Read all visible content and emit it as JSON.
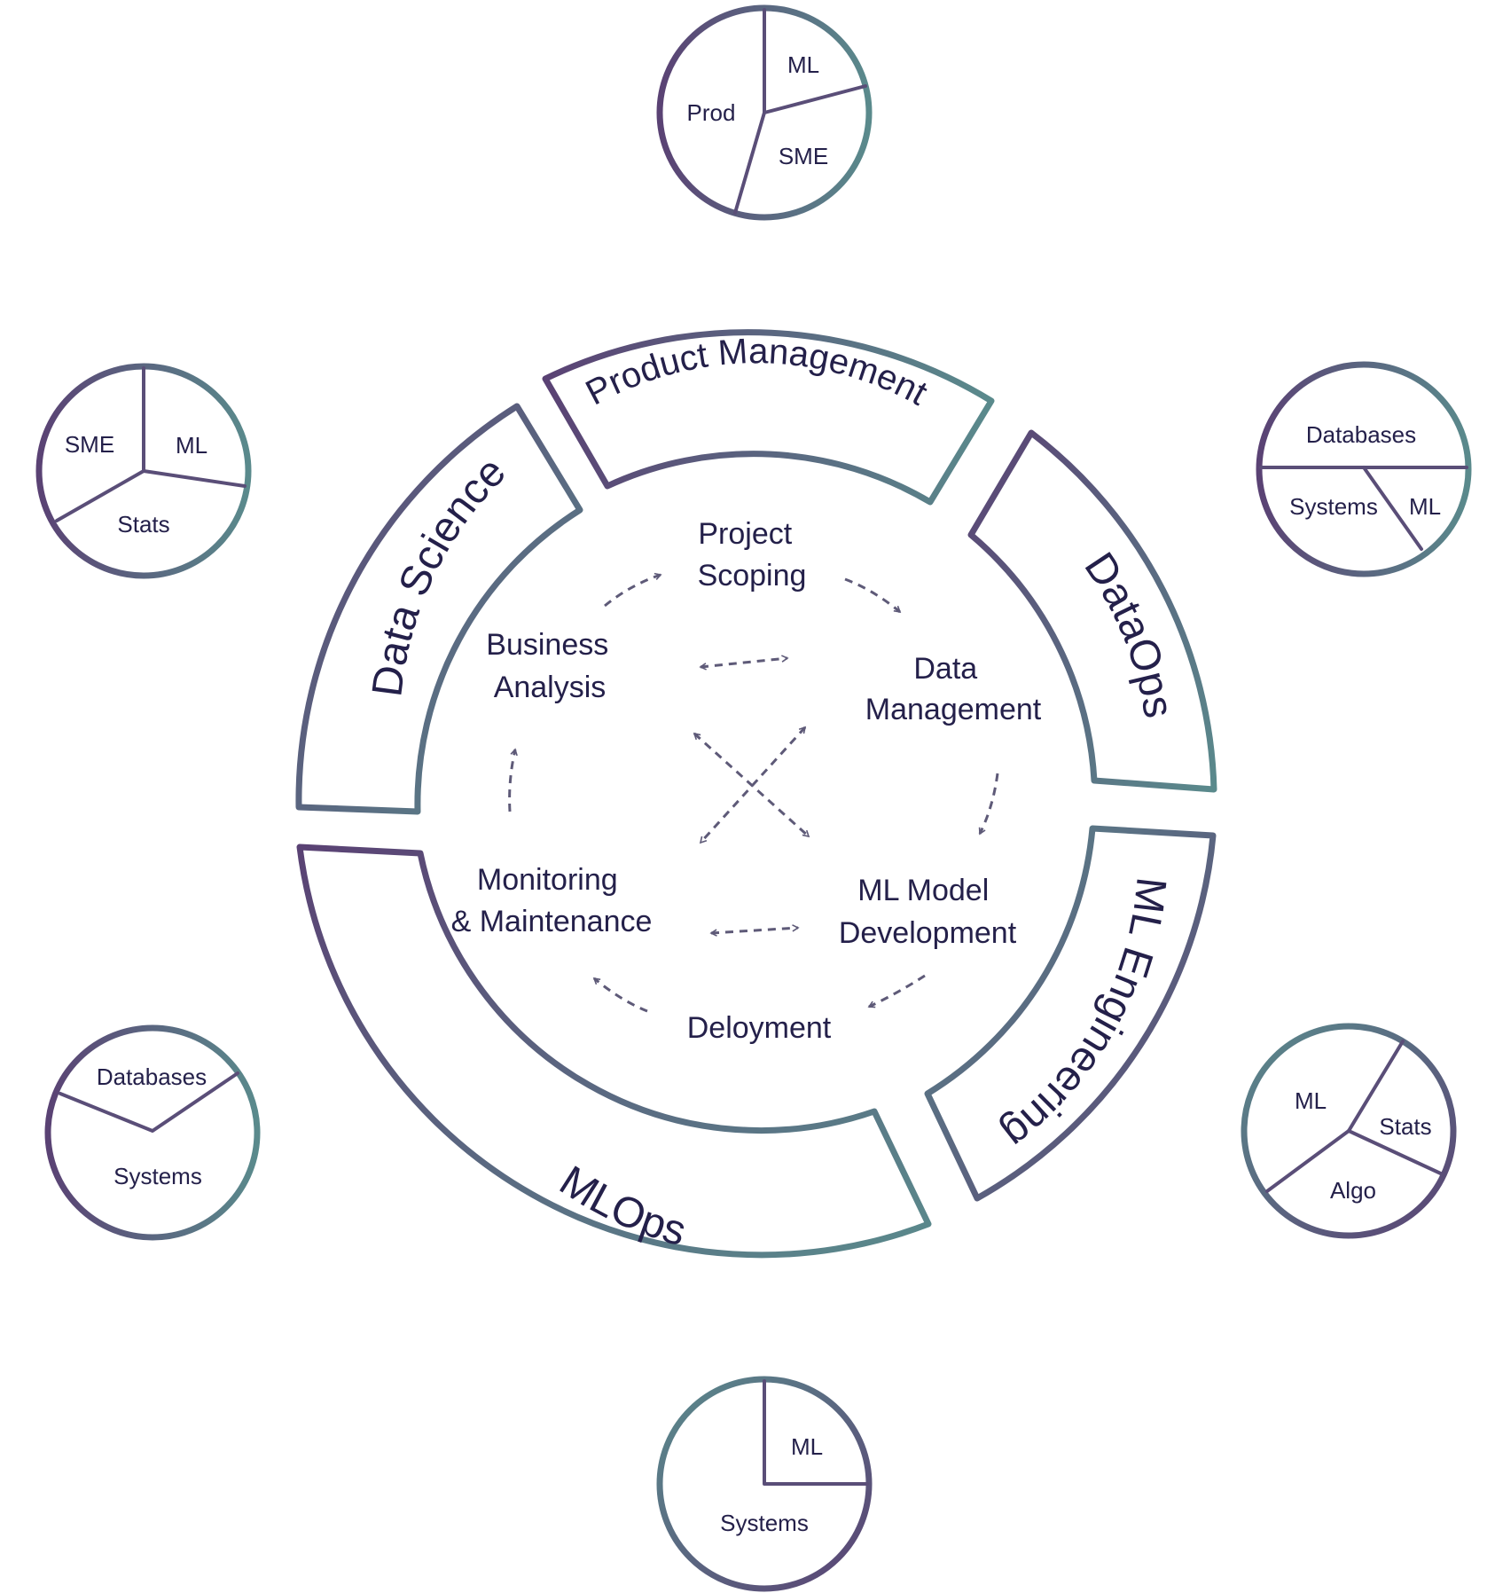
{
  "colors": {
    "purple": "#5a4274",
    "teal": "#5a8a8c",
    "text": "#24204a",
    "arrow": "#5e5a78"
  },
  "bands": {
    "product_management": "Product Management",
    "dataops": "DataOps",
    "ml_engineering": "ML Engineering",
    "mlops": "MLOps",
    "data_science": "Data Science"
  },
  "stages": {
    "project_scoping": [
      "Project",
      "Scoping"
    ],
    "data_management": [
      "Data",
      "Management"
    ],
    "ml_model_development": [
      "ML Model",
      "Development"
    ],
    "deployment": [
      "Deloyment"
    ],
    "monitoring_maintenance": [
      "Monitoring",
      "& Maintenance"
    ],
    "business_analysis": [
      "Business",
      "Analysis"
    ]
  },
  "skill_pies": {
    "product_management": [
      "ML",
      "Prod",
      "SME"
    ],
    "data_science": [
      "SME",
      "ML",
      "Stats"
    ],
    "dataops": [
      "Databases",
      "Systems",
      "ML"
    ],
    "mlops": [
      "Databases",
      "Systems"
    ],
    "ml_engineering": [
      "ML",
      "Stats",
      "Algo"
    ],
    "bottom": [
      "ML",
      "Systems"
    ]
  }
}
